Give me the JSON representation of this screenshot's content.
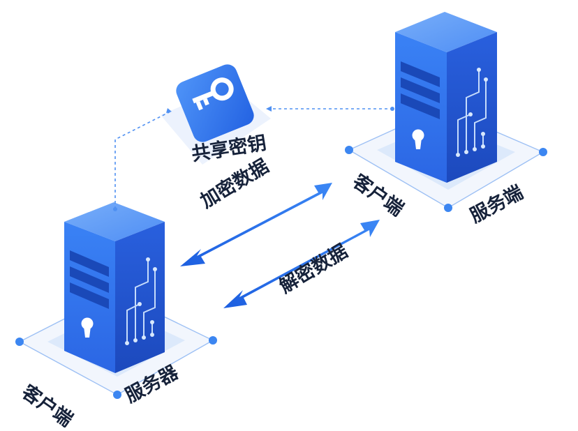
{
  "labels": {
    "shared_key": "共享密钥",
    "encrypt_data": "加密数据",
    "decrypt_data": "解密数据",
    "left_client": "客户端",
    "left_server": "服务器",
    "right_client": "客户端",
    "right_server": "服务端"
  },
  "icons": {
    "key": "key-icon",
    "server": "server-icon",
    "lock": "keyhole-icon"
  },
  "colors": {
    "server_blue": "#2f73ee",
    "server_dark": "#1a4fc4",
    "server_light": "#5a98f8",
    "arrow": "#2168ea",
    "pad": "#e4eefc",
    "dot": "#3c86f1",
    "text": "#16223a"
  }
}
